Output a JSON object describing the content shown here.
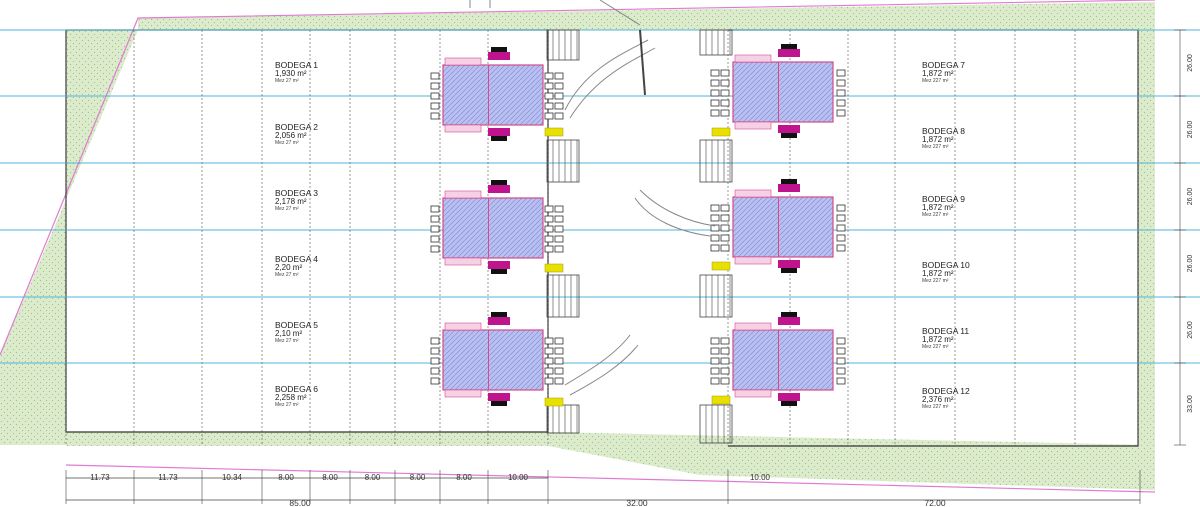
{
  "plan": {
    "warehouses": [
      {
        "name": "BODEGA 1",
        "area": "1,930 m²",
        "mezz": "Mez 27 m²"
      },
      {
        "name": "BODEGA 2",
        "area": "2,056 m²",
        "mezz": "Mez 27 m²"
      },
      {
        "name": "BODEGA 3",
        "area": "2,178 m²",
        "mezz": "Mez 27 m²"
      },
      {
        "name": "BODEGA 4",
        "area": "2,20 m²",
        "mezz": "Mez 27 m²"
      },
      {
        "name": "BODEGA 5",
        "area": "2,10 m²",
        "mezz": "Mez 27 m²"
      },
      {
        "name": "BODEGA 6",
        "area": "2,258 m²",
        "mezz": "Mez 27 m²"
      },
      {
        "name": "BODEGA 7",
        "area": "1,872 m²",
        "mezz": "Mez 227 m²"
      },
      {
        "name": "BODEGA 8",
        "area": "1,872 m²",
        "mezz": "Mez 227 m²"
      },
      {
        "name": "BODEGA 9",
        "area": "1,872 m²",
        "mezz": "Mez 227 m²"
      },
      {
        "name": "BODEGA 10",
        "area": "1,872 m²",
        "mezz": "Mez 227 m²"
      },
      {
        "name": "BODEGA 11",
        "area": "1,872 m²",
        "mezz": "Mez 227 m²"
      },
      {
        "name": "BODEGA 12",
        "area": "2,376 m²",
        "mezz": "Mez 227 m²"
      }
    ],
    "bottom_dims_left": [
      "11.73",
      "11.73",
      "10.34",
      "8.00",
      "8.00",
      "8.00",
      "8.00",
      "8.00",
      "10.00"
    ],
    "bottom_dim_right_partial": "10.00",
    "bottom_totals": [
      "85.00",
      "32.00",
      "72.00"
    ],
    "right_dims": [
      "26.00",
      "26.00",
      "26.00",
      "26.00",
      "26.00",
      "33.00"
    ],
    "colors": {
      "green_strip": "#dcebcb",
      "boundary": "#e07bd4",
      "row_line": "#4fb6d8",
      "dock": "#aeb6ee",
      "dock_border": "#d64b8a",
      "magenta": "#c0148e",
      "yellow": "#e8e000",
      "grid": "#555555"
    }
  }
}
